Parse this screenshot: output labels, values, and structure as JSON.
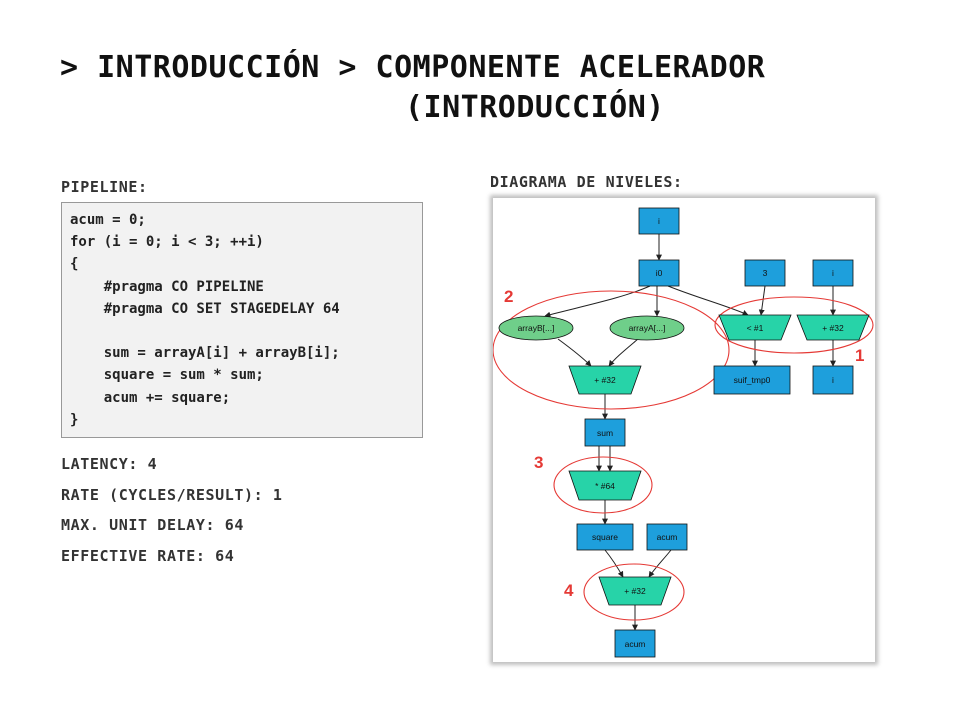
{
  "title": {
    "line1": "> INTRODUCCIÓN > COMPONENTE ACELERADOR",
    "line2": "(INTRODUCCIÓN)"
  },
  "pipeline_label": "PIPELINE:",
  "diagram_label": "DIAGRAMA DE NIVELES:",
  "code_lines": [
    "acum = 0;",
    "for (i = 0; i < 3; ++i)",
    "{",
    "    #pragma CO PIPELINE",
    "    #pragma CO SET STAGEDELAY 64",
    "",
    "    sum = arrayA[i] + arrayB[i];",
    "    square = sum * sum;",
    "    acum += square;",
    "}"
  ],
  "stats": {
    "latency": "LATENCY: 4",
    "rate": "RATE (CYCLES/RESULT): 1",
    "max_delay": "MAX. UNIT DELAY: 64",
    "effective_rate": "EFFECTIVE RATE: 64"
  },
  "diagram": {
    "nodes": {
      "i_top": "i",
      "i0": "i0",
      "three": "3",
      "i_right": "i",
      "arrayB": "arrayB[...]",
      "arrayA": "arrayA[...]",
      "lt1": "< #1",
      "plus32_right": "+ #32",
      "suif": "suif_tmp0",
      "i_out": "i",
      "plus32_mid": "+ #32",
      "sum": "sum",
      "mul64": "* #64",
      "square": "square",
      "acum_in": "acum",
      "plus32_bottom": "+ #32",
      "acum_out": "acum"
    },
    "levels": [
      "1",
      "2",
      "3",
      "4"
    ],
    "colors": {
      "box": "#1e9fdc",
      "trap": "#27d3a8",
      "ellipse": "#6fcf8a",
      "circle": "#e53935"
    }
  }
}
